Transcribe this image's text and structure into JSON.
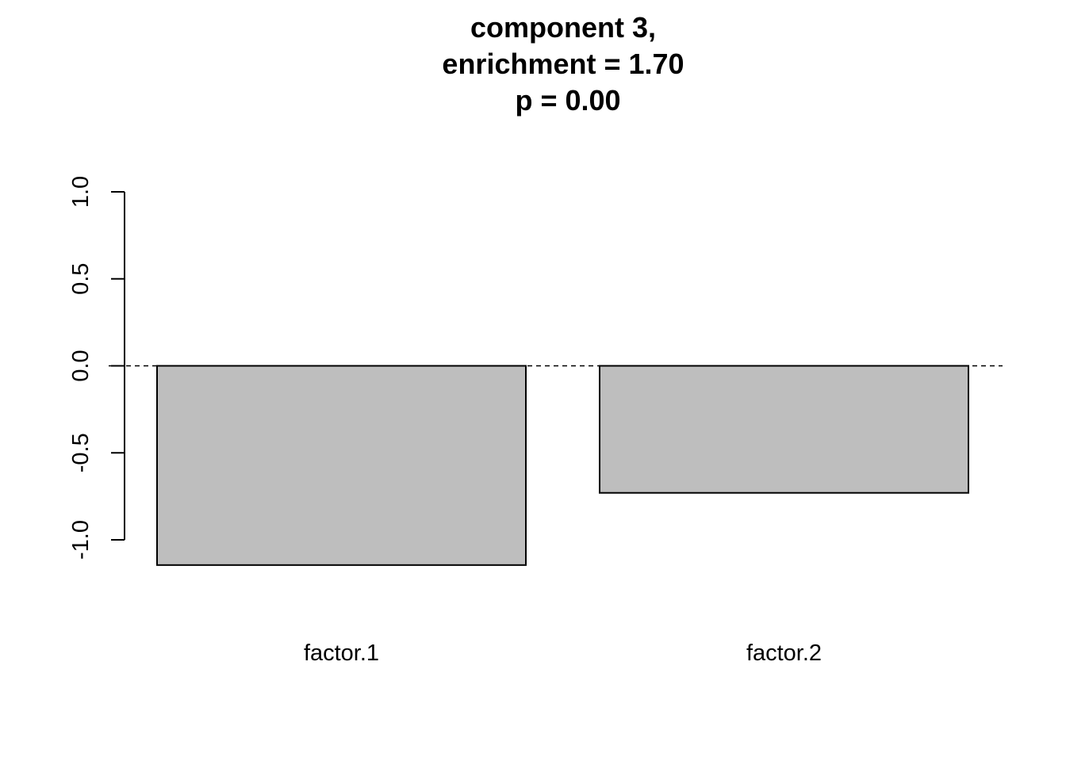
{
  "chart_data": {
    "type": "bar",
    "title_lines": [
      "component 3,",
      "enrichment = 1.70",
      "p = 0.00"
    ],
    "categories": [
      "factor.1",
      "factor.2"
    ],
    "values": [
      -1.145,
      -0.73
    ],
    "ylim": [
      -1.0,
      1.0
    ],
    "yticks": [
      -1.0,
      -0.5,
      0.0,
      0.5,
      1.0
    ],
    "ytick_labels": [
      "-1.0",
      "-0.5",
      "0.0",
      "0.5",
      "1.0"
    ],
    "reference_line": 0.0,
    "reference_line_style": "dashed",
    "bar_color": "#bebebe",
    "bar_border_color": "#000000",
    "grid": false,
    "legend": "none"
  }
}
